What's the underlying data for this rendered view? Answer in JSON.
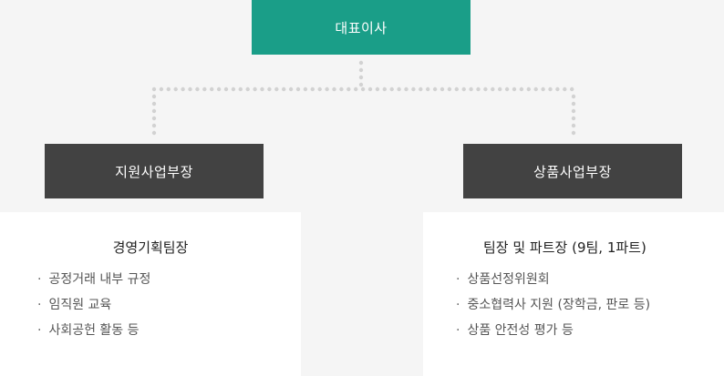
{
  "top": {
    "label": "대표이사"
  },
  "departments": [
    {
      "label": "지원사업부장",
      "panel_title": "경영기획팀장",
      "items": [
        "공정거래 내부 규정",
        "임직원 교육",
        "사회공헌 활동 등"
      ]
    },
    {
      "label": "상품사업부장",
      "panel_title": "팀장 및 파트장 (9팀, 1파트)",
      "items": [
        "상품선정위원회",
        "중소협력사 지원 (장학금, 판로 등)",
        "상품 안전성 평가 등"
      ]
    }
  ],
  "colors": {
    "top_box": "#1a9e88",
    "dept_box": "#424242",
    "connector": "#d0d0d0",
    "background": "#f5f5f5"
  }
}
